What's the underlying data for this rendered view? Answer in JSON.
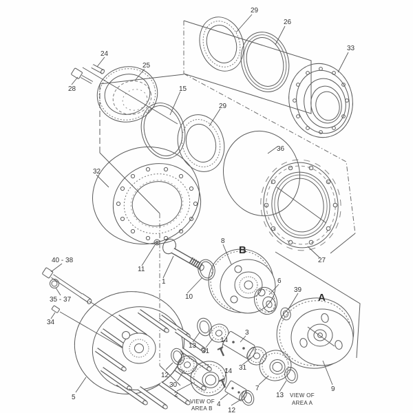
{
  "figure": {
    "kind": "exploded-parts-diagram",
    "background": "#fefefe",
    "line_color": "#5a5a5a",
    "label_color": "#333333"
  },
  "labels": {
    "p1": "1",
    "p2": "2",
    "p3": "3",
    "p4": "4",
    "p5": "5",
    "p6": "6",
    "p7": "7",
    "p8": "8",
    "p9": "9",
    "p10": "10",
    "p11": "11",
    "p12a": "12",
    "p12b": "12",
    "p13a": "13",
    "p13b": "13",
    "p14a": "14",
    "p14b": "14",
    "p15": "15",
    "p24": "24",
    "p25": "25",
    "p26": "26",
    "p27": "27",
    "p28": "28",
    "p29a": "29",
    "p29b": "29",
    "p30": "30",
    "p31a": "31",
    "p31b": "31",
    "p32": "32",
    "p33": "33",
    "p34": "34",
    "p36": "36",
    "p39": "39",
    "p35_37": "35 - 37",
    "p40_38": "40 - 38"
  },
  "letters": {
    "a": "A",
    "b": "B"
  },
  "captions": {
    "view_b_line1": "VIEW OF",
    "view_b_line2": "AREA  B",
    "view_a_line1": "VIEW OF",
    "view_a_line2": "AREA  A"
  }
}
